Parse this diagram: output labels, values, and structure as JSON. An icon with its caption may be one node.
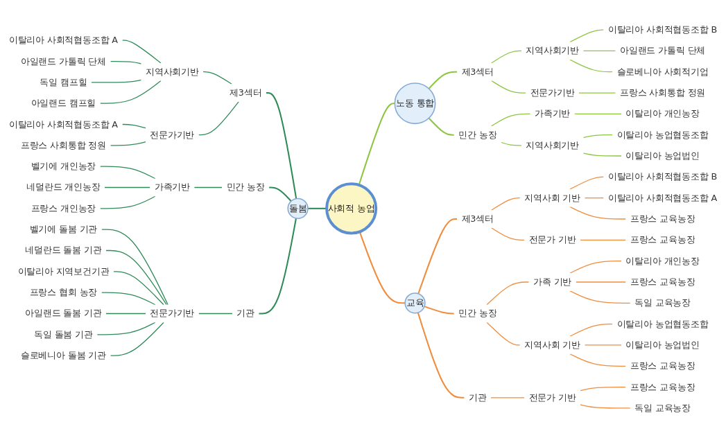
{
  "diagram": {
    "nodes": [
      {
        "text": [
          "사회적 농업"
        ]
      },
      {
        "text": [
          "노동 통합"
        ]
      },
      {
        "text": [
          "제3섹터"
        ]
      },
      {
        "text": [
          "지역사회기반"
        ]
      },
      {
        "text": [
          "이탈리아 사회적협동조합 B"
        ]
      },
      {
        "text": [
          "아일랜드 가톨릭 단체"
        ]
      },
      {
        "text": [
          "슬로베니아 사회적기업"
        ]
      },
      {
        "text": [
          "전문가기반"
        ]
      },
      {
        "text": [
          "프랑스 사회통합 정원"
        ]
      },
      {
        "text": [
          "민간 농장"
        ]
      },
      {
        "text": [
          "가족기반"
        ]
      },
      {
        "text": [
          "이탈리아 개인농장"
        ]
      },
      {
        "text": [
          "지역사회기반"
        ]
      },
      {
        "text": [
          "이탈리아 농업협동조합"
        ]
      },
      {
        "text": [
          "이탈리아 농업법인"
        ]
      },
      {
        "text": [
          "교육"
        ]
      },
      {
        "text": [
          "제3섹터"
        ]
      },
      {
        "text": [
          "지역사회 기반"
        ]
      },
      {
        "text": [
          "이탈리아 사회적협동조합 B"
        ]
      },
      {
        "text": [
          "이탈리아 사회적협동조합 A"
        ]
      },
      {
        "text": [
          "프랑스 교육농장"
        ]
      },
      {
        "text": [
          "전문가 기반"
        ]
      },
      {
        "text": [
          "프랑스 교육농장"
        ]
      },
      {
        "text": [
          "민간 농장"
        ]
      },
      {
        "text": [
          "가족 기반"
        ]
      },
      {
        "text": [
          "이탈리아 개인농장"
        ]
      },
      {
        "text": [
          "프랑스 교육농장"
        ]
      },
      {
        "text": [
          "독일 교육농장"
        ]
      },
      {
        "text": [
          "지역사회 기반"
        ]
      },
      {
        "text": [
          "이탈리아 농업협동조합"
        ]
      },
      {
        "text": [
          "이탈리아 농업법인"
        ]
      },
      {
        "text": [
          "프랑스 교육농장"
        ]
      },
      {
        "text": [
          "기관"
        ]
      },
      {
        "text": [
          "전문가 기반"
        ]
      },
      {
        "text": [
          "프랑스 교육농장"
        ]
      },
      {
        "text": [
          "독일 교육농장"
        ]
      },
      {
        "text": [
          "돌봄"
        ]
      },
      {
        "text": [
          "제3섹터"
        ]
      },
      {
        "text": [
          "지역사회기반"
        ]
      },
      {
        "text": [
          "이탈리아 사회적협동조합 A"
        ]
      },
      {
        "text": [
          "아일랜드 가톨릭 단체"
        ]
      },
      {
        "text": [
          "독일 캠프힐"
        ]
      },
      {
        "text": [
          "아일랜드 캠프힐"
        ]
      },
      {
        "text": [
          "전문가기반"
        ]
      },
      {
        "text": [
          "이탈리아 사회적협동조합 A"
        ]
      },
      {
        "text": [
          "프랑스 사회통합 정원"
        ]
      },
      {
        "text": [
          "민간 농장"
        ]
      },
      {
        "text": [
          "가족기반"
        ]
      },
      {
        "text": [
          "벨기에 개인농장"
        ]
      },
      {
        "text": [
          "네덜란드 개인농장"
        ]
      },
      {
        "text": [
          "프랑스 개인농장"
        ]
      },
      {
        "text": [
          "기관"
        ]
      },
      {
        "text": [
          "전문가기반"
        ]
      },
      {
        "text": [
          "벨기에 돌봄 기관"
        ]
      },
      {
        "text": [
          "네덜란드 돌봄 기관"
        ]
      },
      {
        "text": [
          "이탈리아 지역보건기관"
        ]
      },
      {
        "text": [
          "프랑스 협회 농장"
        ]
      },
      {
        "text": [
          "아일랜드 돌봄 기관"
        ]
      },
      {
        "text": [
          "독일 돌봄 기관"
        ]
      },
      {
        "text": [
          "슬로베니아 돌봄 기관"
        ]
      }
    ],
    "edges": [
      {
        "from": 0,
        "to": 1,
        "arrow": "none",
        "color": "#8cc63f"
      },
      {
        "from": 1,
        "to": 2,
        "arrow": "none",
        "color": "#8cc63f"
      },
      {
        "from": 2,
        "to": 3,
        "arrow": "none",
        "color": "#8cc63f"
      },
      {
        "from": 3,
        "to": 4,
        "arrow": "none",
        "color": "#8cc63f"
      },
      {
        "from": 3,
        "to": 5,
        "arrow": "none",
        "color": "#8cc63f"
      },
      {
        "from": 3,
        "to": 6,
        "arrow": "none",
        "color": "#8cc63f"
      },
      {
        "from": 2,
        "to": 7,
        "arrow": "none",
        "color": "#8cc63f"
      },
      {
        "from": 7,
        "to": 8,
        "arrow": "none",
        "color": "#8cc63f"
      },
      {
        "from": 1,
        "to": 9,
        "arrow": "none",
        "color": "#8cc63f"
      },
      {
        "from": 9,
        "to": 10,
        "arrow": "none",
        "color": "#8cc63f"
      },
      {
        "from": 10,
        "to": 11,
        "arrow": "none",
        "color": "#8cc63f"
      },
      {
        "from": 9,
        "to": 12,
        "arrow": "none",
        "color": "#8cc63f"
      },
      {
        "from": 12,
        "to": 13,
        "arrow": "none",
        "color": "#8cc63f"
      },
      {
        "from": 12,
        "to": 14,
        "arrow": "none",
        "color": "#8cc63f"
      },
      {
        "from": 0,
        "to": 15,
        "arrow": "none",
        "color": "#f08c3c"
      },
      {
        "from": 15,
        "to": 16,
        "arrow": "none",
        "color": "#f08c3c"
      },
      {
        "from": 16,
        "to": 17,
        "arrow": "none",
        "color": "#f08c3c"
      },
      {
        "from": 17,
        "to": 18,
        "arrow": "none",
        "color": "#f08c3c"
      },
      {
        "from": 17,
        "to": 19,
        "arrow": "none",
        "color": "#f08c3c"
      },
      {
        "from": 17,
        "to": 20,
        "arrow": "none",
        "color": "#f08c3c"
      },
      {
        "from": 16,
        "to": 21,
        "arrow": "none",
        "color": "#f08c3c"
      },
      {
        "from": 21,
        "to": 22,
        "arrow": "none",
        "color": "#f08c3c"
      },
      {
        "from": 15,
        "to": 23,
        "arrow": "none",
        "color": "#f08c3c"
      },
      {
        "from": 23,
        "to": 24,
        "arrow": "none",
        "color": "#f08c3c"
      },
      {
        "from": 24,
        "to": 25,
        "arrow": "none",
        "color": "#f08c3c"
      },
      {
        "from": 24,
        "to": 26,
        "arrow": "none",
        "color": "#f08c3c"
      },
      {
        "from": 24,
        "to": 27,
        "arrow": "none",
        "color": "#f08c3c"
      },
      {
        "from": 23,
        "to": 28,
        "arrow": "none",
        "color": "#f08c3c"
      },
      {
        "from": 28,
        "to": 29,
        "arrow": "none",
        "color": "#f08c3c"
      },
      {
        "from": 28,
        "to": 30,
        "arrow": "none",
        "color": "#f08c3c"
      },
      {
        "from": 28,
        "to": 31,
        "arrow": "none",
        "color": "#f08c3c"
      },
      {
        "from": 15,
        "to": 32,
        "arrow": "none",
        "color": "#f08c3c"
      },
      {
        "from": 32,
        "to": 33,
        "arrow": "none",
        "color": "#f08c3c"
      },
      {
        "from": 33,
        "to": 34,
        "arrow": "none",
        "color": "#f08c3c"
      },
      {
        "from": 33,
        "to": 35,
        "arrow": "none",
        "color": "#f08c3c"
      },
      {
        "from": 0,
        "to": 36,
        "arrow": "none"
      },
      {
        "from": 36,
        "to": 37,
        "arrow": "none"
      },
      {
        "from": 37,
        "to": 38,
        "arrow": "none"
      },
      {
        "from": 38,
        "to": 39,
        "arrow": "none"
      },
      {
        "from": 38,
        "to": 40,
        "arrow": "none"
      },
      {
        "from": 38,
        "to": 41,
        "arrow": "none"
      },
      {
        "from": 38,
        "to": 42,
        "arrow": "none"
      },
      {
        "from": 37,
        "to": 43,
        "arrow": "none"
      },
      {
        "from": 43,
        "to": 44,
        "arrow": "none"
      },
      {
        "from": 43,
        "to": 45,
        "arrow": "none"
      },
      {
        "from": 36,
        "to": 46,
        "arrow": "none"
      },
      {
        "from": 46,
        "to": 47,
        "arrow": "none"
      },
      {
        "from": 47,
        "to": 48,
        "arrow": "none"
      },
      {
        "from": 47,
        "to": 49,
        "arrow": "none"
      },
      {
        "from": 47,
        "to": 50,
        "arrow": "none"
      },
      {
        "from": 36,
        "to": 51,
        "arrow": "none"
      },
      {
        "from": 51,
        "to": 52,
        "arrow": "none"
      },
      {
        "from": 52,
        "to": 53,
        "arrow": "none"
      },
      {
        "from": 52,
        "to": 54,
        "arrow": "none"
      },
      {
        "from": 52,
        "to": 55,
        "arrow": "none"
      },
      {
        "from": 52,
        "to": 56,
        "arrow": "none"
      },
      {
        "from": 52,
        "to": 57,
        "arrow": "none"
      },
      {
        "from": 52,
        "to": 58,
        "arrow": "none"
      },
      {
        "from": 52,
        "to": 59,
        "arrow": "none"
      }
    ]
  }
}
